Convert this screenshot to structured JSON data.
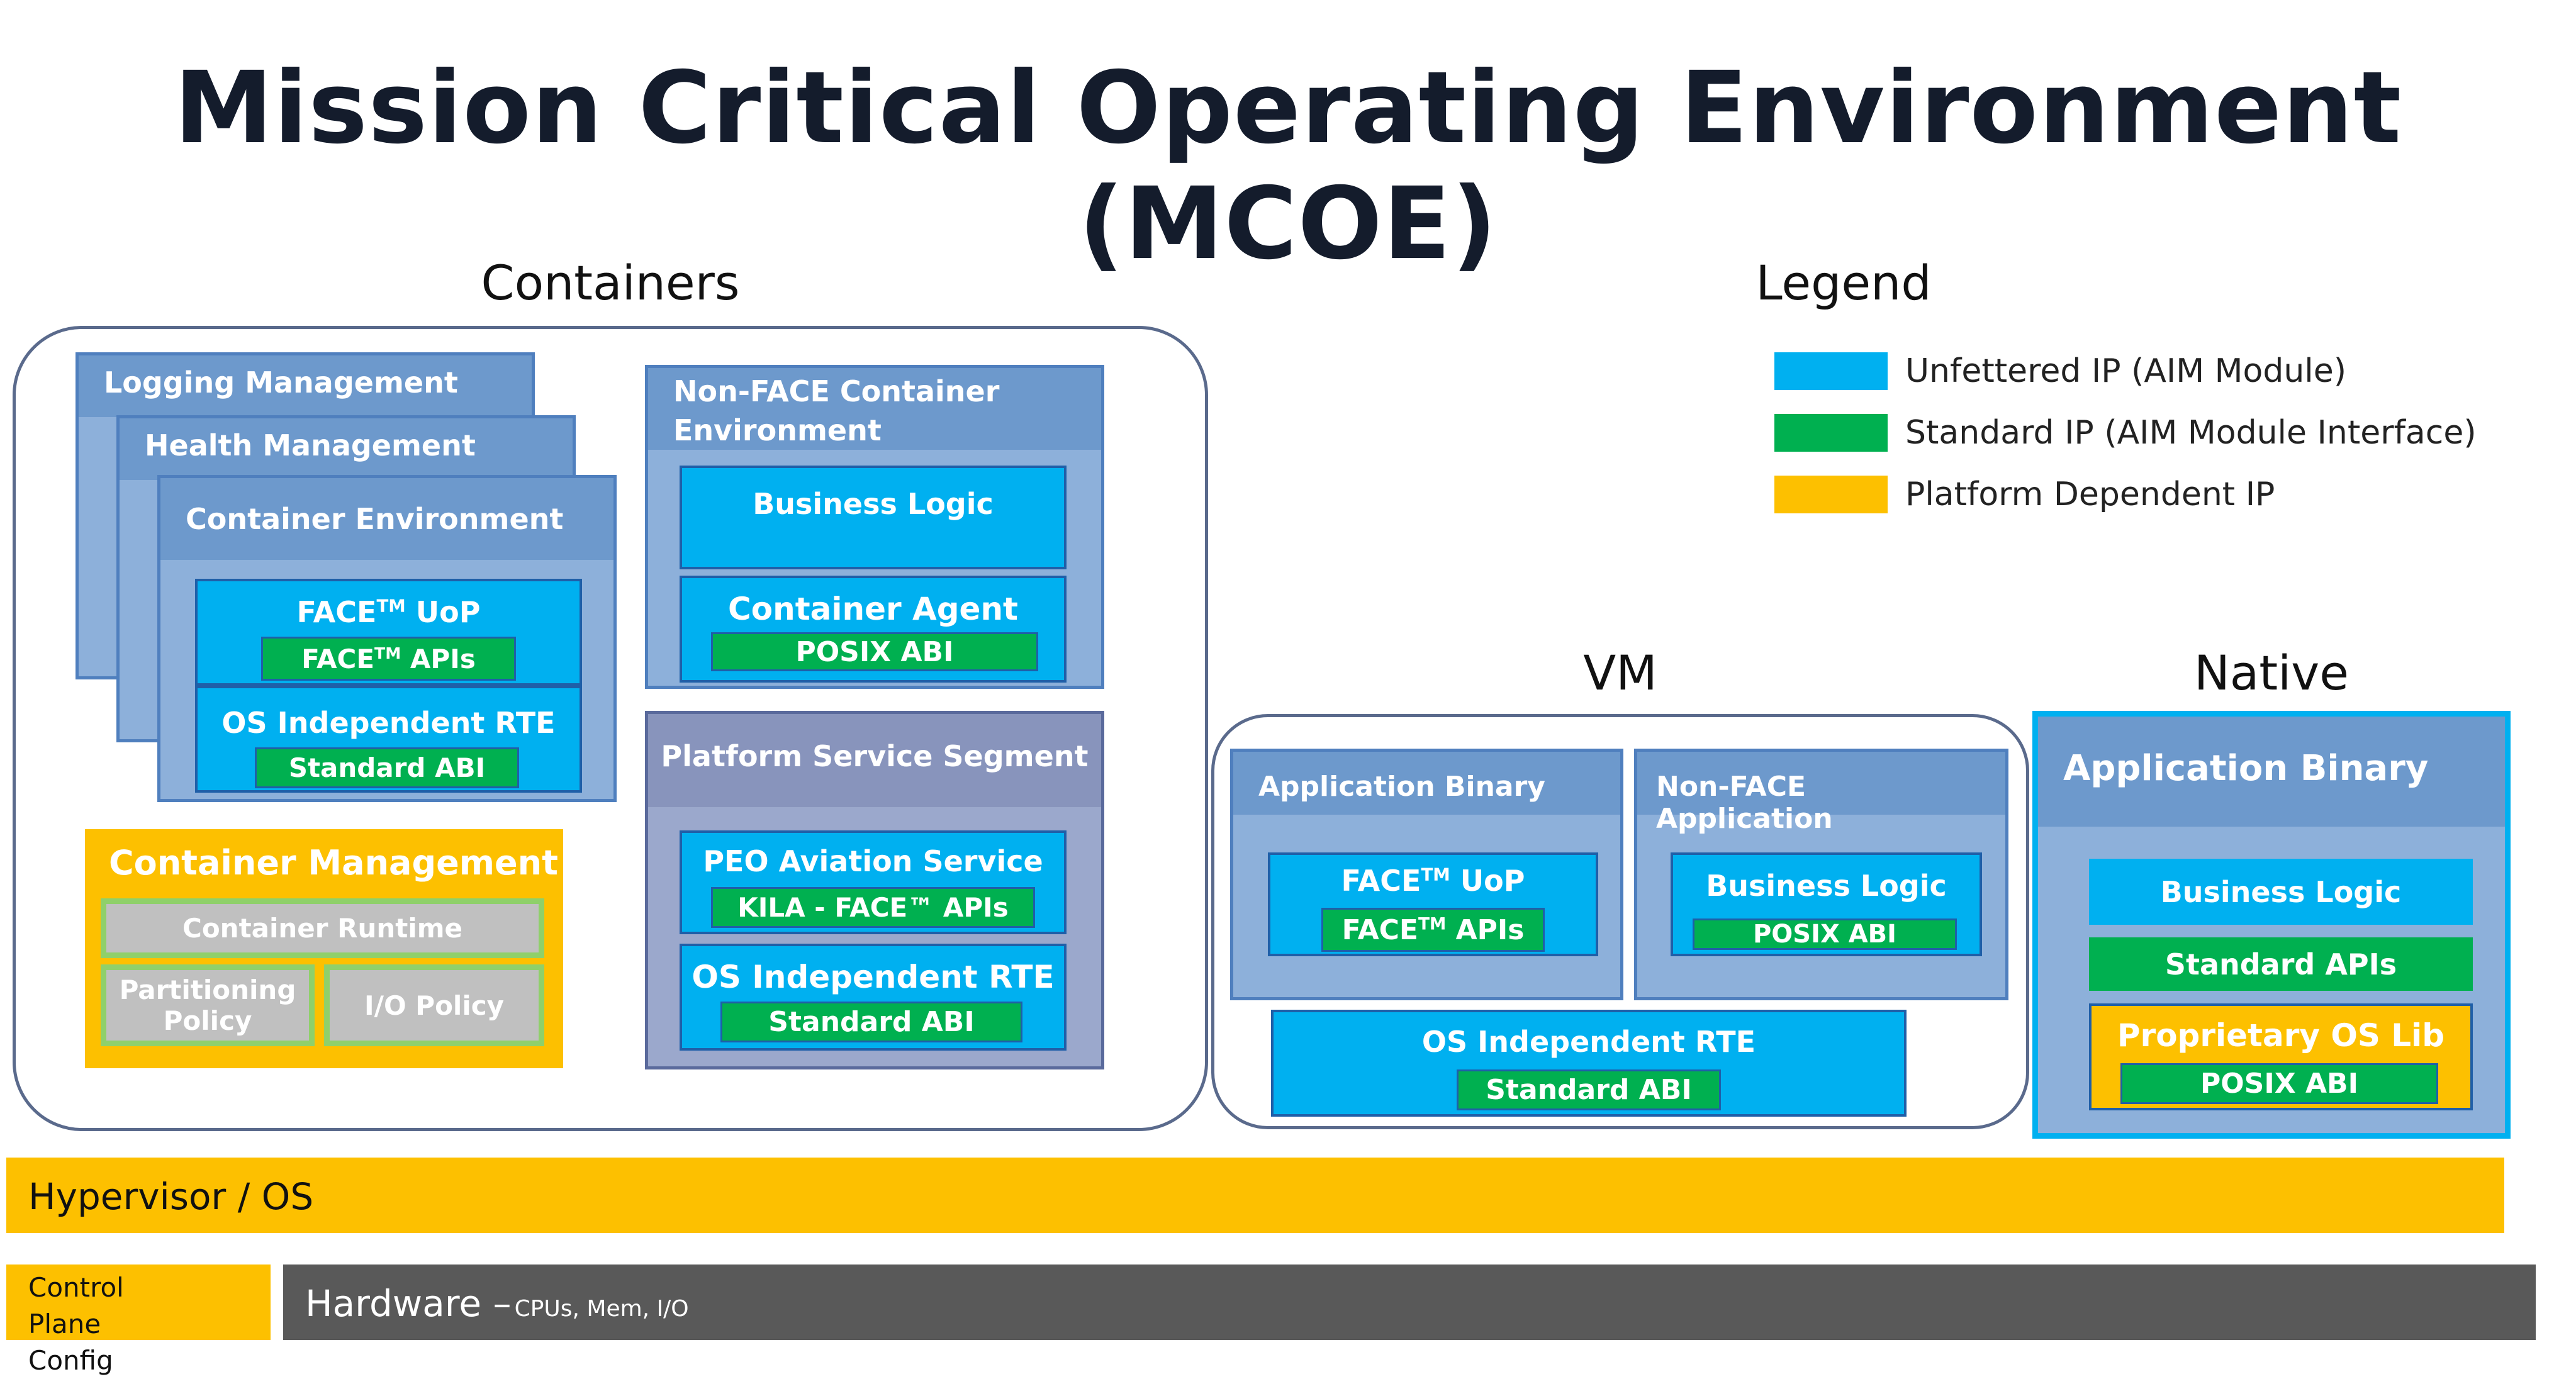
{
  "title": "Mission Critical Operating Environment (MCOE)",
  "sections": {
    "containers": "Containers",
    "legend": "Legend",
    "vm": "VM",
    "native": "Native"
  },
  "legend": [
    {
      "label": "Unfettered IP (AIM Module)",
      "color": "#00b0f0"
    },
    {
      "label": "Standard IP (AIM Module Interface)",
      "color": "#00b050"
    },
    {
      "label": "Platform Dependent IP",
      "color": "#fdc000"
    }
  ],
  "containers": {
    "stack": {
      "logging": "Logging Management",
      "health": "Health Management",
      "env": "Container Environment"
    },
    "face_uop": "FACE",
    "face_uop_tm": "TM",
    "face_uop_suffix": " UoP",
    "face_apis": "FACE",
    "face_apis_tm": "TM",
    "face_apis_suffix": " APIs",
    "os_rte": "OS Independent RTE",
    "std_abi": "Standard ABI",
    "mgmt": {
      "title": "Container Management",
      "runtime": "Container Runtime",
      "partitioning": "Partitioning Policy",
      "io": "I/O Policy"
    },
    "nonface": {
      "title": "Non-FACE Container Environment",
      "business": "Business Logic",
      "agent": "Container Agent",
      "posix": "POSIX ABI"
    },
    "pss": {
      "title": "Platform Service Segment",
      "peo": "PEO Aviation Service",
      "kila": "KILA - FACE™ APIs",
      "os_rte": "OS Independent RTE",
      "std_abi": "Standard ABI"
    }
  },
  "vm": {
    "app_binary": {
      "title": "Application Binary",
      "uop": "FACE",
      "uop_tm": "TM",
      "uop_suffix": " UoP",
      "apis": "FACE",
      "apis_tm": "TM",
      "apis_suffix": " APIs"
    },
    "nonface_app": {
      "title": "Non-FACE Application",
      "business": "Business Logic",
      "posix": "POSIX ABI"
    },
    "os_rte": "OS Independent RTE",
    "std_abi": "Standard ABI"
  },
  "native": {
    "title": "Application Binary",
    "business": "Business Logic",
    "std_apis": "Standard APIs",
    "prop_os": "Proprietary OS Lib",
    "posix": "POSIX ABI"
  },
  "hypervisor": "Hypervisor / OS",
  "control_plane": "Control Plane Config",
  "hardware": {
    "label": "Hardware –",
    "detail": "CPUs, Mem, I/O"
  }
}
